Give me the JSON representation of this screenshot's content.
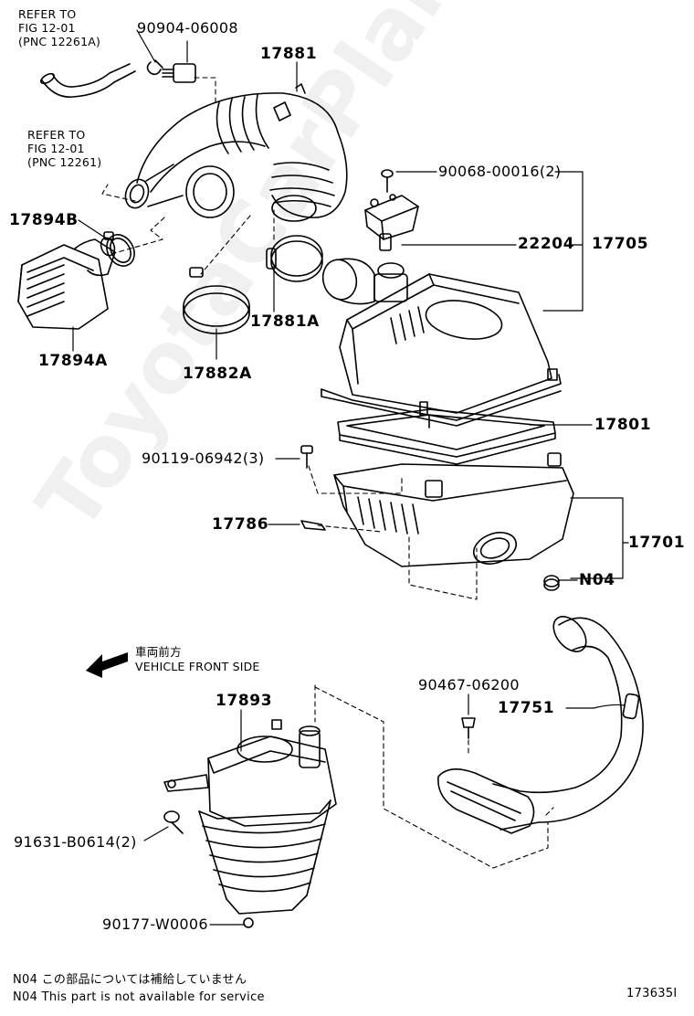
{
  "labels": {
    "refer1_line1": "REFER TO",
    "refer1_line2": "FIG 12-01",
    "refer1_line3": "(PNC 12261A)",
    "refer2_line1": "REFER TO",
    "refer2_line2": "FIG 12-01",
    "refer2_line3": "(PNC 12261)",
    "p_90904": "90904-06008",
    "p_17881": "17881",
    "p_90068": "90068-00016(2)",
    "p_17894B": "17894B",
    "p_22204": "22204",
    "p_17705": "17705",
    "p_17894A": "17894A",
    "p_17881A": "17881A",
    "p_17882A": "17882A",
    "p_17801": "17801",
    "p_90119": "90119-06942(3)",
    "p_17786": "17786",
    "p_17701": "17701",
    "p_N04": "N04",
    "front_jp": "車両前方",
    "front_en": "VEHICLE FRONT SIDE",
    "p_17893": "17893",
    "p_90467": "90467-06200",
    "p_17751": "17751",
    "p_91631": "91631-B0614(2)",
    "p_90177": "90177-W0006",
    "note_jp": "N04  この部品については補給していません",
    "note_en": "N04  This part is not available for service",
    "fig_id": "173635I"
  },
  "watermark": "ToyotaCarPlanet.ru",
  "colors": {
    "line": "#000000",
    "watermark": "#e6e6e6"
  }
}
